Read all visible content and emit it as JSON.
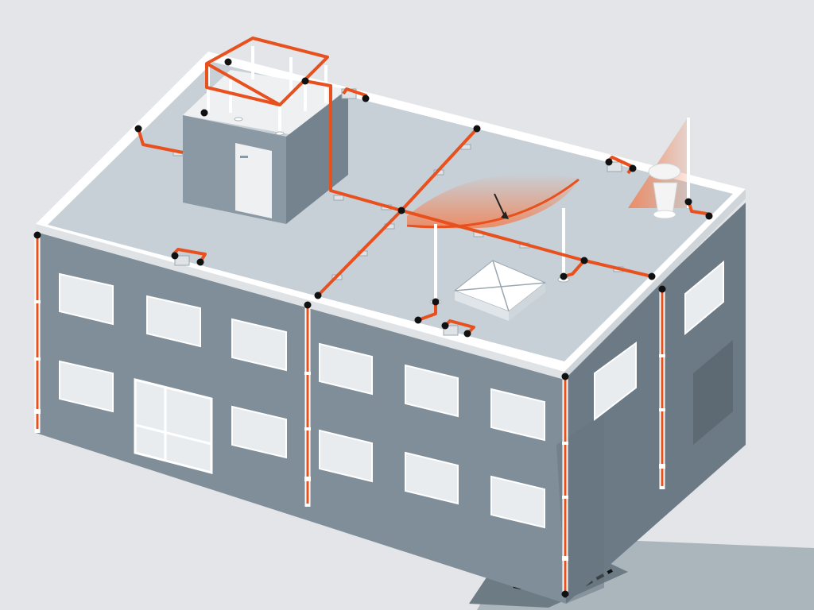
{
  "colors": {
    "background": "#e3e5e8",
    "ground_slab": "#aab5bc",
    "ground_trench": "#6d7b84",
    "roof_surface": "#c7d0d6",
    "parapet": "#ffffff",
    "wall_front": "#7f8e98",
    "wall_side": "#6b7a84",
    "window": "#e8ecef",
    "conductor": "#e8501e",
    "connector": "#111111",
    "protection_zone": "#f0855a"
  },
  "elements": {
    "building": "building-body",
    "roof": "flat-roof",
    "stair_housing": "roof-stair-housing",
    "skylight": "roof-skylight",
    "chimney": "exhaust-vent",
    "air_termination_rods": "air-termination-rod",
    "conductors": "lightning-conductor",
    "down_conductors": "down-conductor",
    "earth_electrode": "ring-earth-electrode",
    "protection_angle": "protective-angle-cone",
    "rolling_sphere": "rolling-sphere-arc"
  }
}
